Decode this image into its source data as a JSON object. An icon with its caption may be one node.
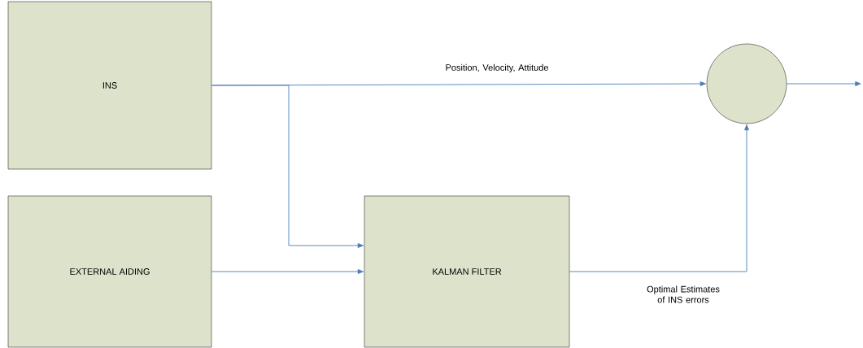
{
  "diagram": {
    "nodes": [
      {
        "text": [
          "INS"
        ]
      },
      {
        "text": [
          "EXTERNAL AIDING"
        ]
      },
      {
        "text": [
          "KALMAN FILTER"
        ]
      },
      {
        "text": [],
        "shape": "circle"
      }
    ],
    "edges": [
      {
        "from": 0,
        "to": 3,
        "arrow": "to",
        "label": "Position, Velocity, Attitude"
      },
      {
        "from": 0,
        "to": 2,
        "arrow": "to"
      },
      {
        "from": 1,
        "to": 2,
        "arrow": "to"
      },
      {
        "from": 2,
        "to": 3,
        "arrow": "to",
        "label": "Optimal Estimates of INS errors"
      },
      {
        "from": 3,
        "to": null,
        "arrow": "to"
      }
    ]
  }
}
